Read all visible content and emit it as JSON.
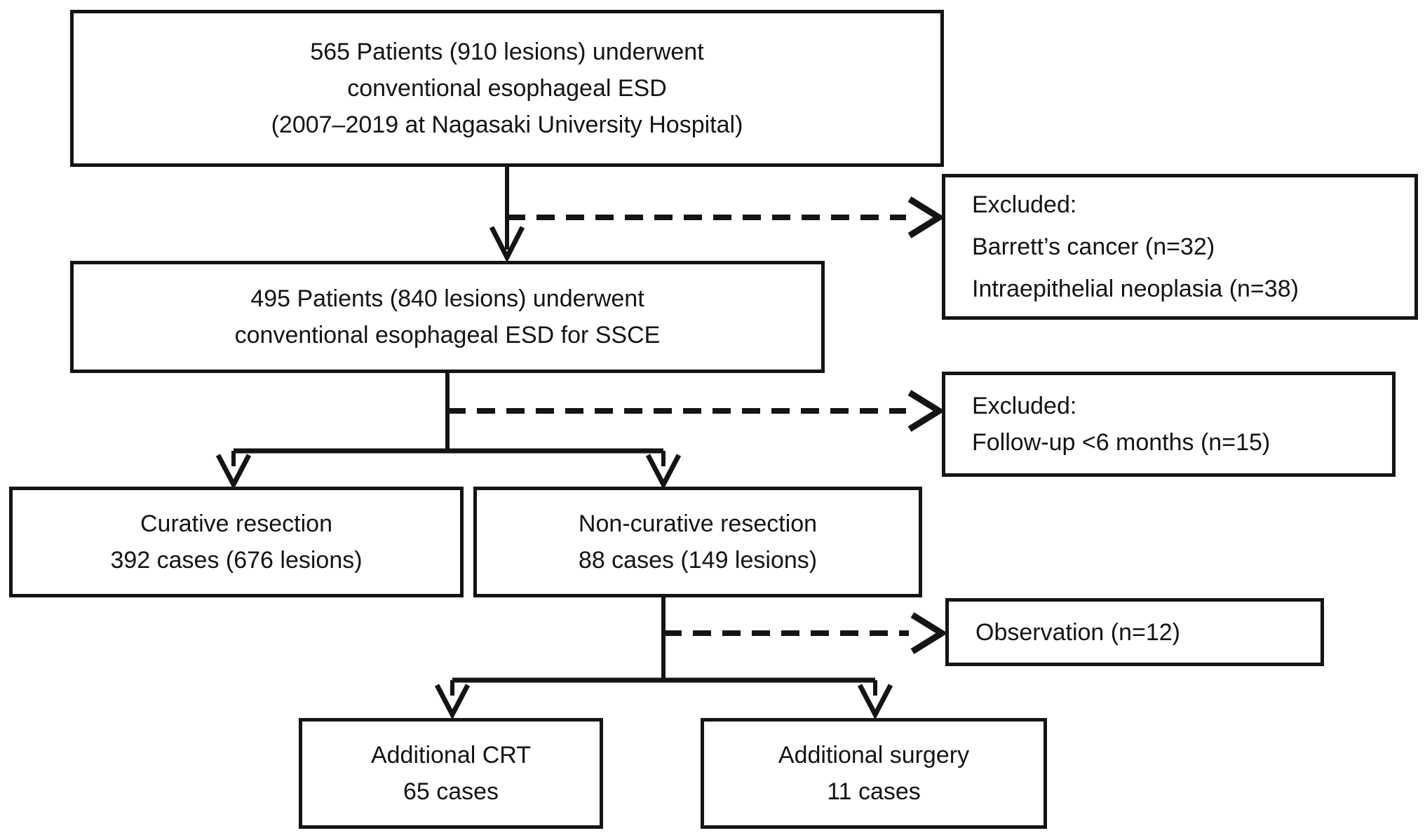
{
  "colors": {
    "ink": "#141414",
    "background": "#ffffff"
  },
  "nodes": {
    "cohort": {
      "lines": [
        "565 Patients (910 lesions) underwent",
        "conventional esophageal ESD",
        "(2007–2019 at Nagasaki University Hospital)"
      ]
    },
    "excluded1": {
      "lines": [
        "Excluded:",
        "Barrett’s cancer (n=32)",
        "Intraepithelial neoplasia (n=38)"
      ]
    },
    "ssce": {
      "lines": [
        "495 Patients (840 lesions) underwent",
        "conventional esophageal ESD for SSCE"
      ]
    },
    "excluded2": {
      "lines": [
        "Excluded:",
        "Follow-up <6 months (n=15)"
      ]
    },
    "curative": {
      "lines": [
        "Curative resection",
        "392 cases (676 lesions)"
      ]
    },
    "noncurative": {
      "lines": [
        "Non-curative resection",
        "88 cases (149 lesions)"
      ]
    },
    "observation": {
      "lines": [
        "Observation (n=12)"
      ]
    },
    "crt": {
      "lines": [
        "Additional CRT",
        "65 cases"
      ]
    },
    "surgery": {
      "lines": [
        "Additional surgery",
        "11 cases"
      ]
    }
  }
}
